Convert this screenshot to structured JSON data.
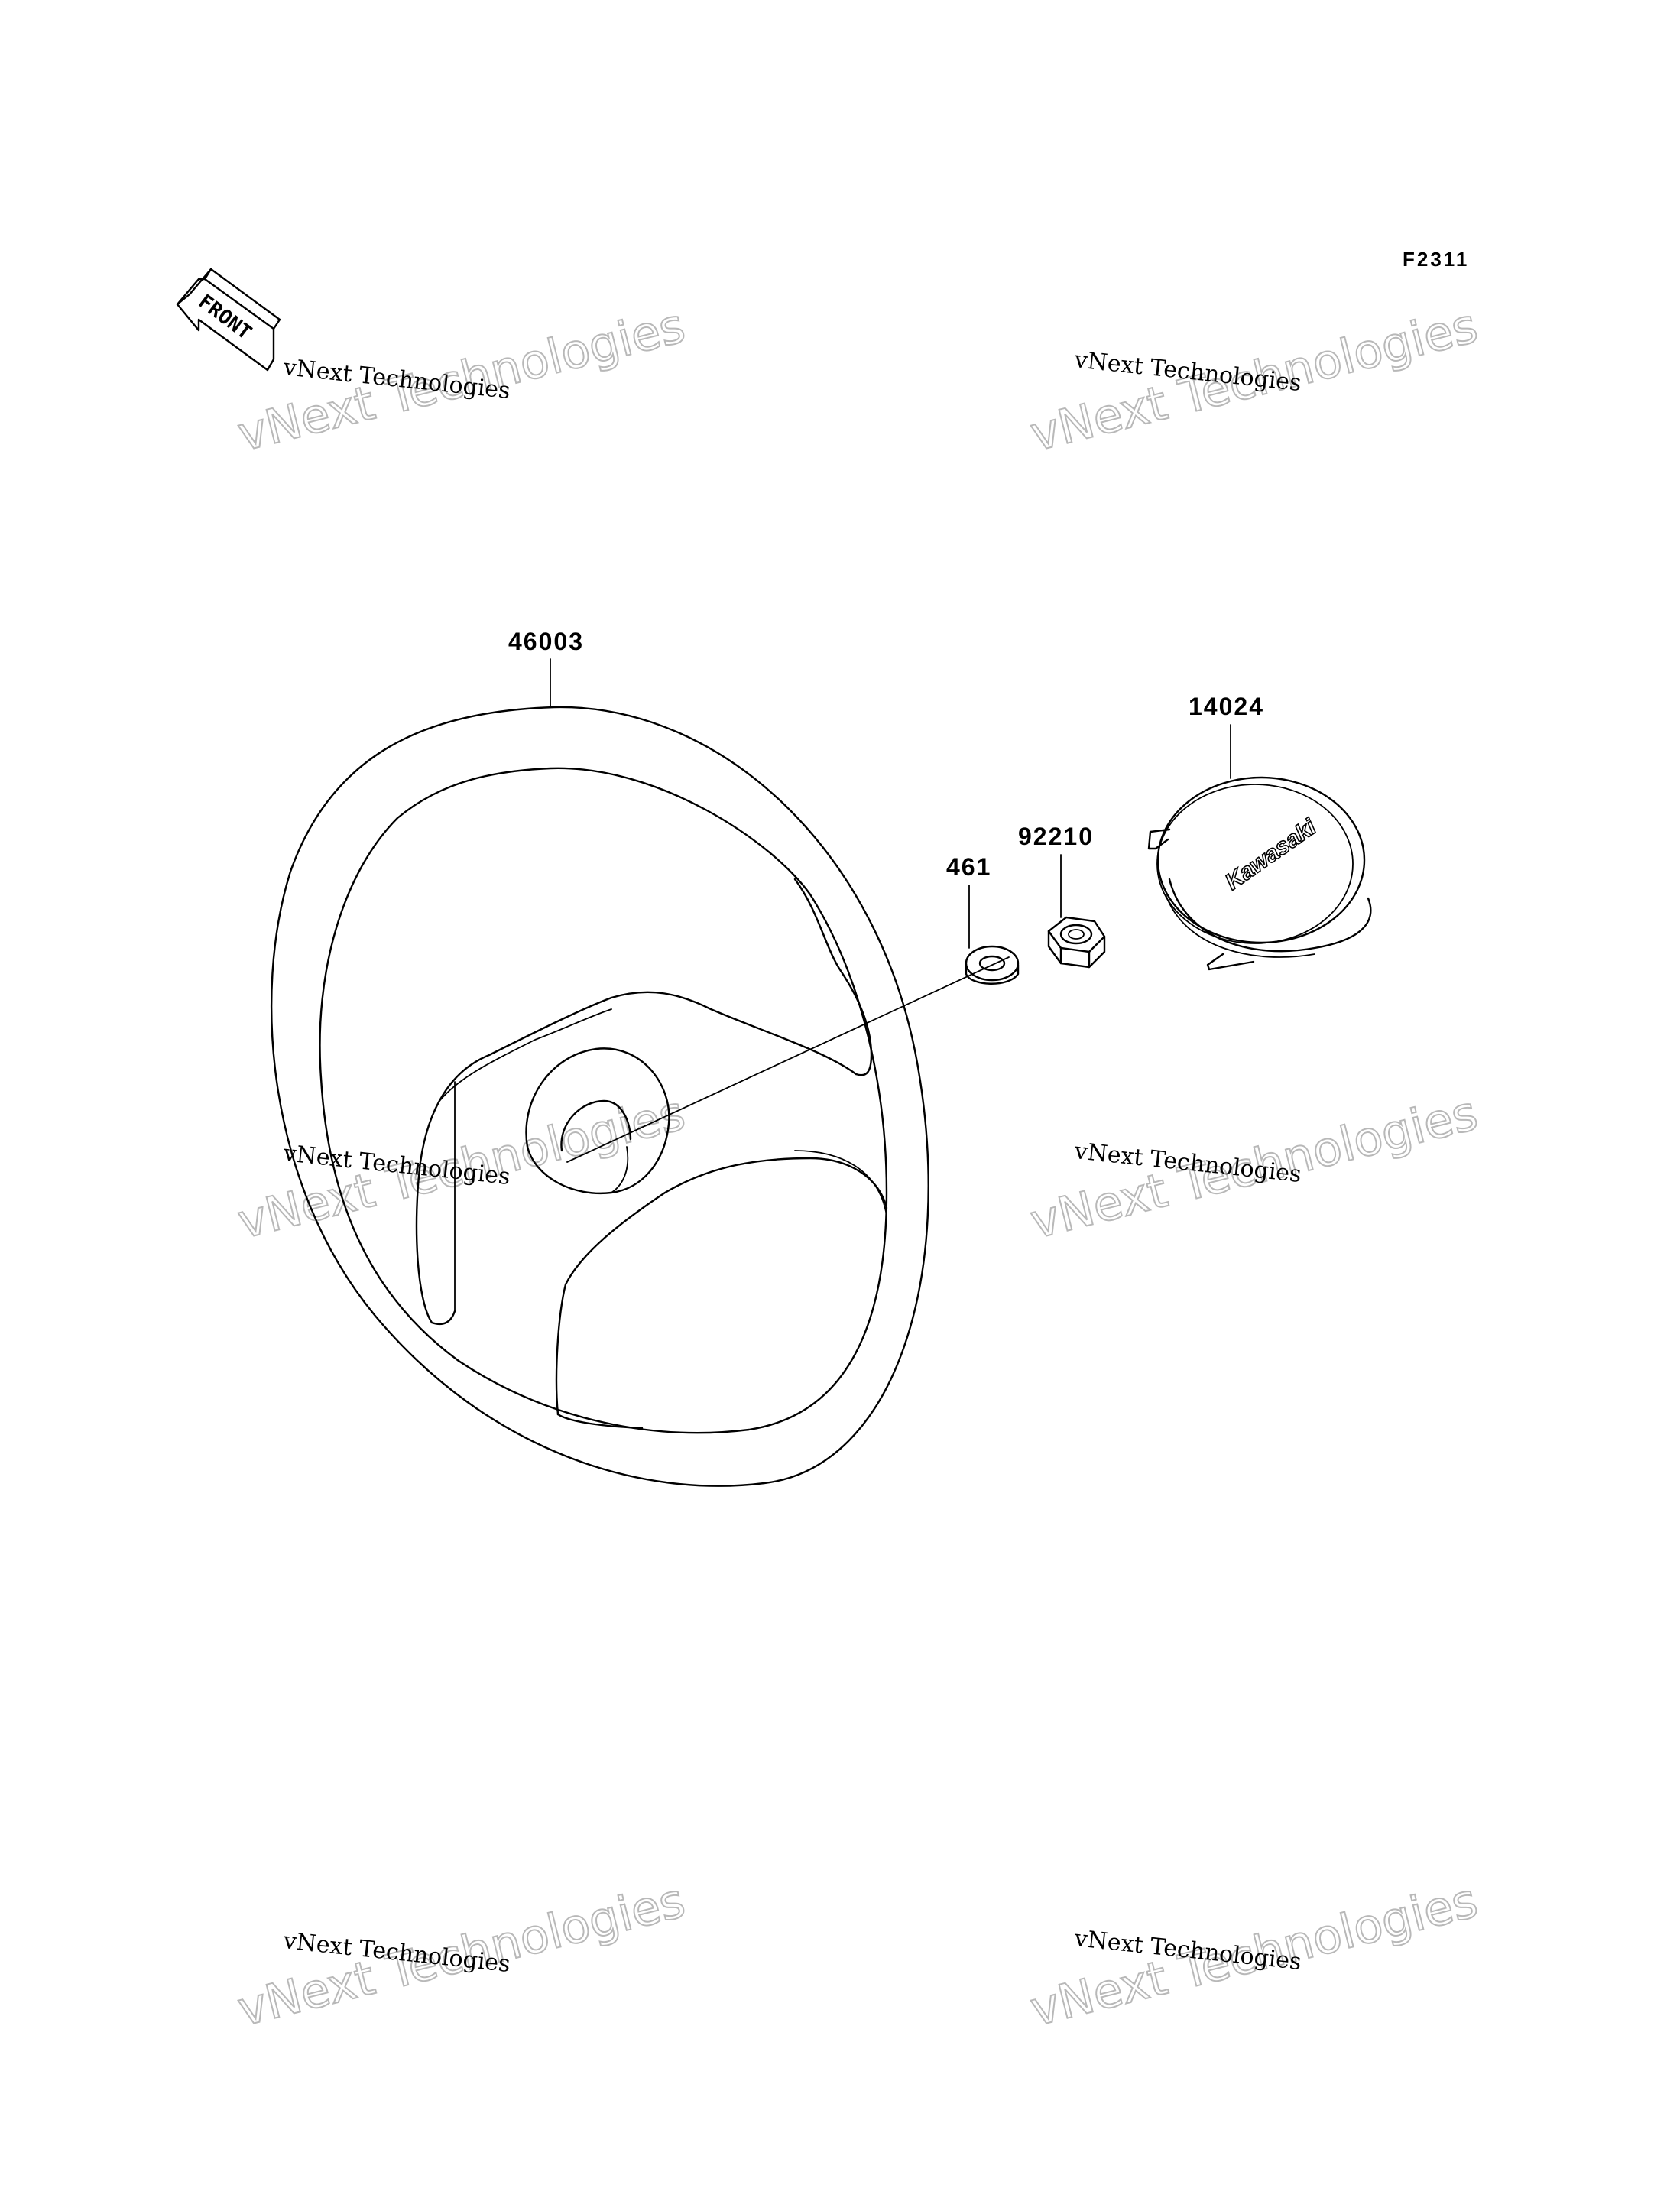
{
  "figure_code": "F2311",
  "front_indicator": "FRONT",
  "parts": [
    {
      "number": "46003",
      "name": "steering-wheel"
    },
    {
      "number": "14024",
      "name": "center-cap"
    },
    {
      "number": "92210",
      "name": "nut"
    },
    {
      "number": "461",
      "name": "washer"
    }
  ],
  "cap_logo": "Kawasaki",
  "watermark": {
    "line1": "vNext Technologies",
    "line2": "vNext Technologies"
  }
}
